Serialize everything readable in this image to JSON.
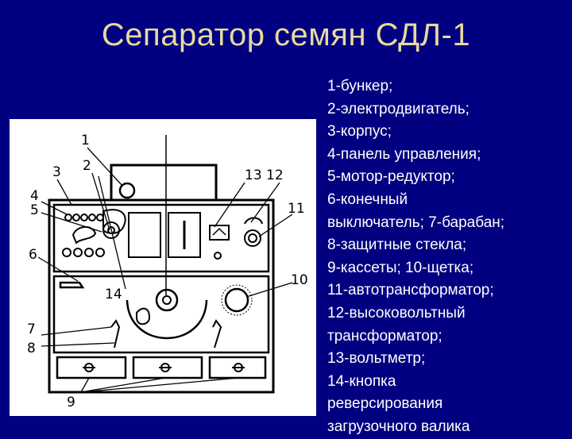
{
  "title": "Сепаратор семян СДЛ-1",
  "legend_lines": [
    "1-бункер;",
    "2-электродвигатель;",
    "3-корпус;",
    "4-панель управления;",
    "5-мотор-редуктор;",
    "6-конечный",
    "выключатель; 7-барабан;",
    "8-защитные стекла;",
    "9-кассеты; 10-щетка;",
    "11-автотрансформатор;",
    "12-высоковольтный",
    "трансформатор;",
    "13-вольтметр;",
    "14-кнопка",
    "реверсирования",
    "загрузочного валика"
  ],
  "callouts": {
    "c1": "1",
    "c2": "2",
    "c3": "3",
    "c4": "4",
    "c5": "5",
    "c6": "6",
    "c7": "7",
    "c8": "8",
    "c9": "9",
    "c10": "10",
    "c11": "11",
    "c13_12": "13 12",
    "c14": "14"
  },
  "colors": {
    "background": "#000080",
    "title": "#e8d9a0",
    "legend_text": "#ffffff",
    "diagram_bg": "#ffffff",
    "ink": "#000000"
  }
}
